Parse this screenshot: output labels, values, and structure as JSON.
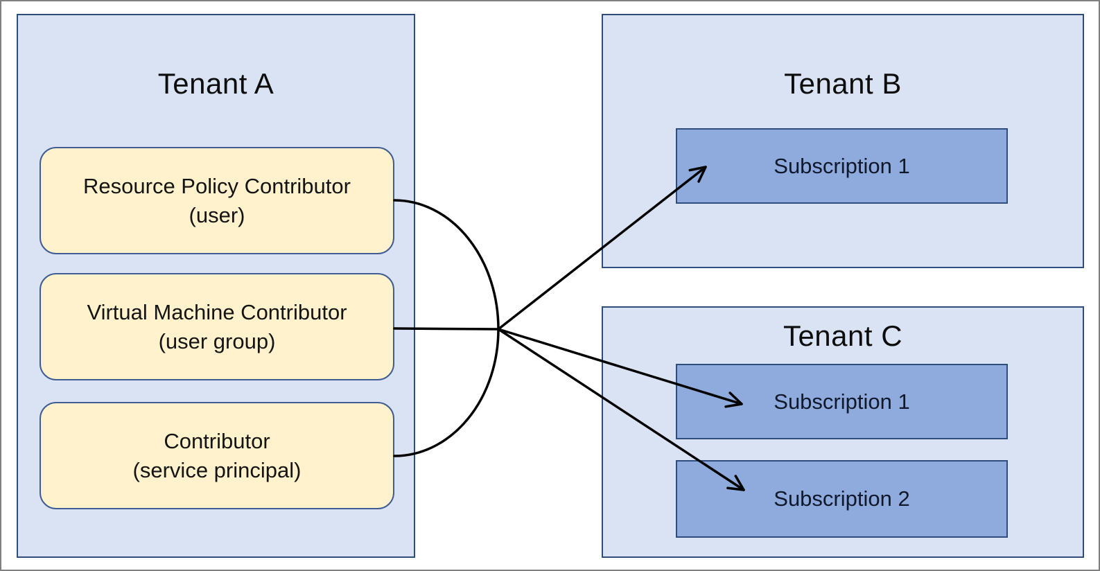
{
  "colors": {
    "frame": "#808080",
    "tenant_fill": "#DAE3F3",
    "tenant_border": "#2E4D7C",
    "role_fill": "#FFF2CC",
    "role_border": "#3F5C95",
    "subscription_fill": "#8FAADC",
    "subscription_border": "#2E4D7C",
    "connector": "#000000"
  },
  "tenant_a": {
    "title": "Tenant A",
    "roles": [
      {
        "name": "Resource Policy Contributor",
        "principal": "(user)"
      },
      {
        "name": "Virtual Machine Contributor",
        "principal": "(user group)"
      },
      {
        "name": "Contributor",
        "principal": "(service principal)"
      }
    ]
  },
  "tenant_b": {
    "title": "Tenant B",
    "subscriptions": [
      "Subscription 1"
    ]
  },
  "tenant_c": {
    "title": "Tenant C",
    "subscriptions": [
      "Subscription 1",
      "Subscription 2"
    ]
  }
}
